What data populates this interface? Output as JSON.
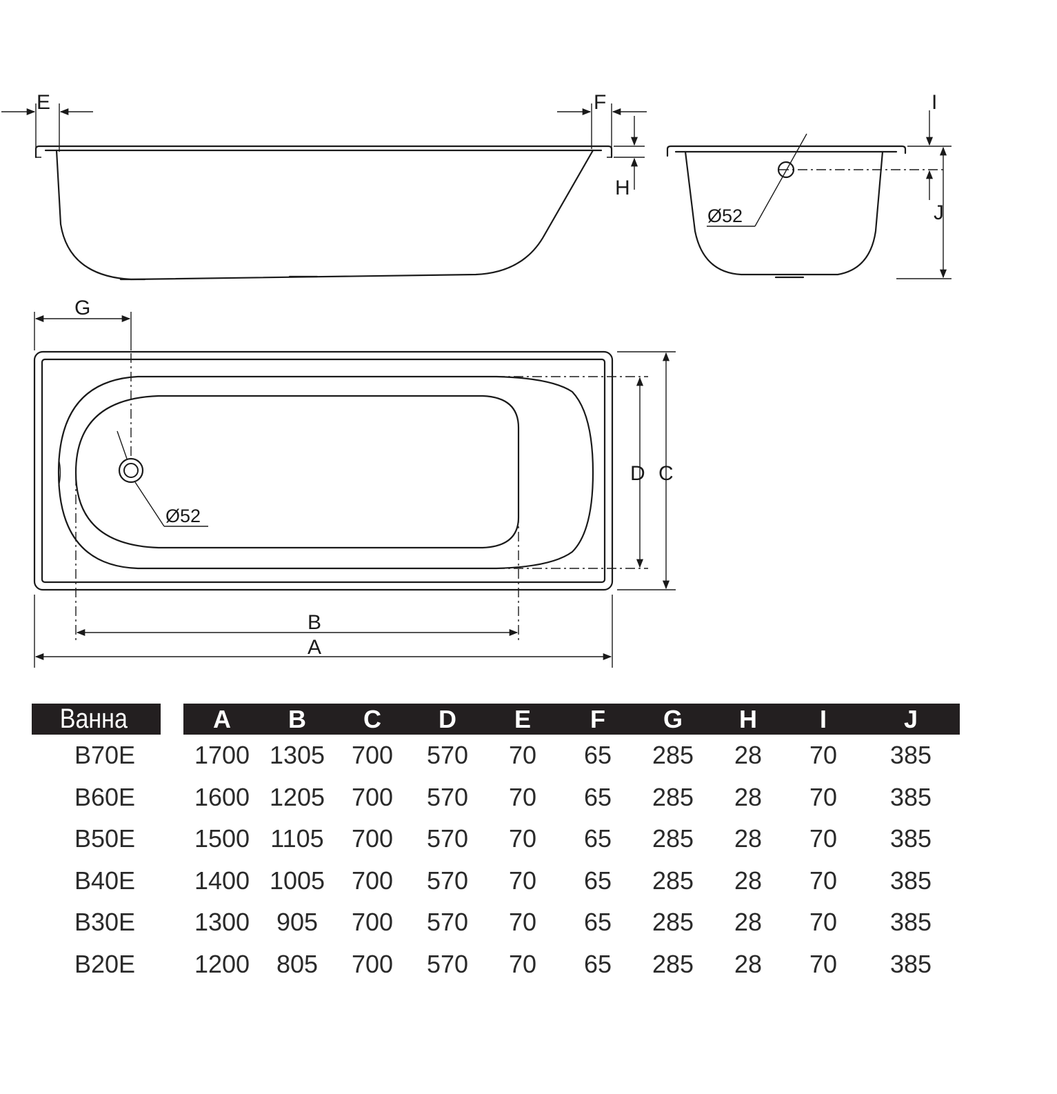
{
  "diagram": {
    "labels": {
      "a": "A",
      "b": "B",
      "c": "C",
      "d": "D",
      "e": "E",
      "f": "F",
      "g": "G",
      "h": "H",
      "i": "I",
      "j": "J"
    },
    "drain_label_side": "Ø52",
    "drain_label_top": "Ø52"
  },
  "table": {
    "headers": [
      "Ванна",
      "A",
      "B",
      "C",
      "D",
      "E",
      "F",
      "G",
      "H",
      "I",
      "J"
    ],
    "rows": [
      [
        "B70E",
        "1700",
        "1305",
        "700",
        "570",
        "70",
        "65",
        "285",
        "28",
        "70",
        "385"
      ],
      [
        "B60E",
        "1600",
        "1205",
        "700",
        "570",
        "70",
        "65",
        "285",
        "28",
        "70",
        "385"
      ],
      [
        "B50E",
        "1500",
        "1105",
        "700",
        "570",
        "70",
        "65",
        "285",
        "28",
        "70",
        "385"
      ],
      [
        "B40E",
        "1400",
        "1005",
        "700",
        "570",
        "70",
        "65",
        "285",
        "28",
        "70",
        "385"
      ],
      [
        "B30E",
        "1300",
        "905",
        "700",
        "570",
        "70",
        "65",
        "285",
        "28",
        "70",
        "385"
      ],
      [
        "B20E",
        "1200",
        "805",
        "700",
        "570",
        "70",
        "65",
        "285",
        "28",
        "70",
        "385"
      ]
    ]
  }
}
